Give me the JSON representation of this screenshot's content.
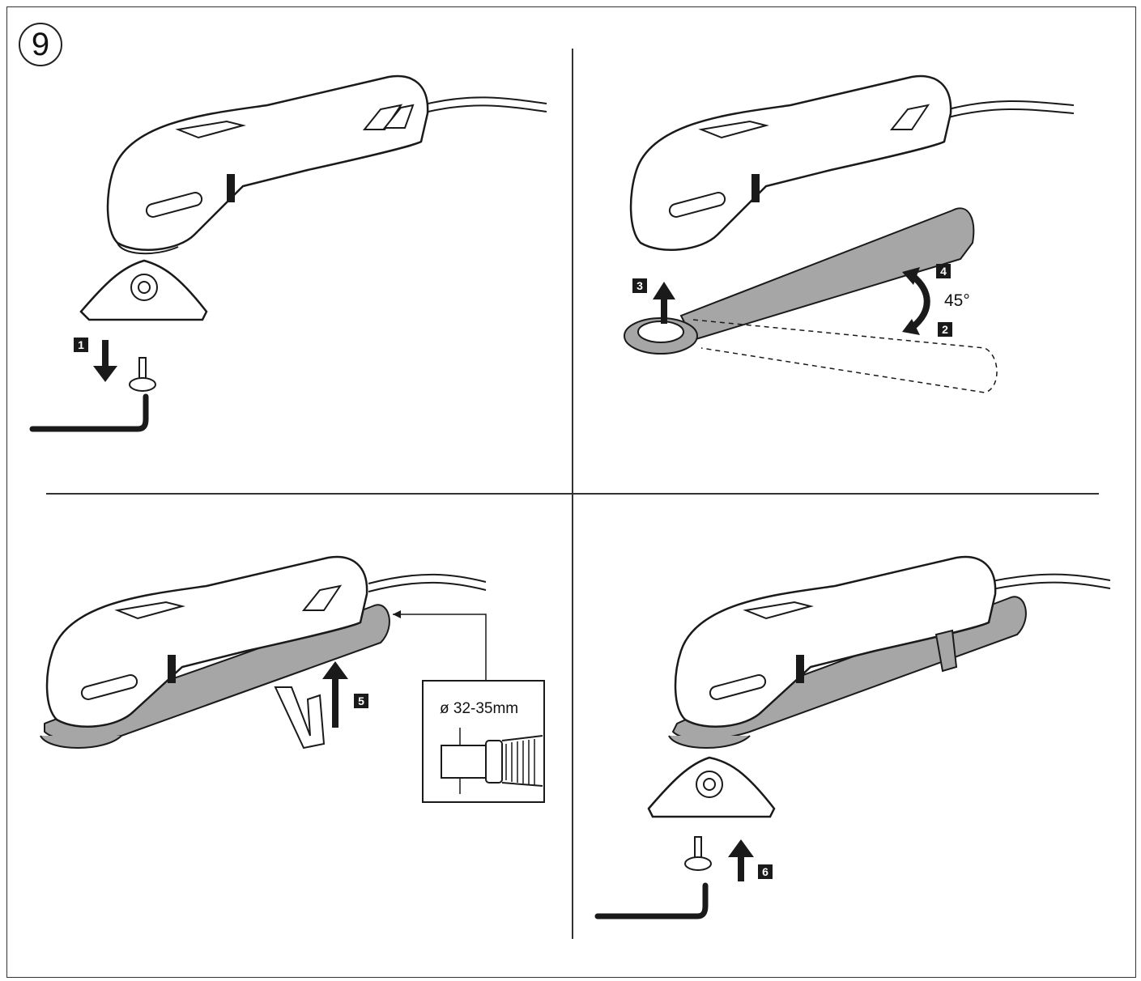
{
  "figure_number": "9",
  "panels": [
    {
      "id": "remove-pad",
      "steps": [
        "1"
      ]
    },
    {
      "id": "release-tube",
      "steps": [
        "3",
        "4",
        "2"
      ],
      "angle_label": "45°"
    },
    {
      "id": "attach-clip",
      "steps": [
        "5"
      ],
      "inset_label": "ø 32-35mm"
    },
    {
      "id": "reattach-pad",
      "steps": [
        "6"
      ]
    }
  ],
  "colors": {
    "line": "#1a1a1a",
    "fill_gray": "#a6a6a6",
    "body_fill": "#ffffff"
  }
}
